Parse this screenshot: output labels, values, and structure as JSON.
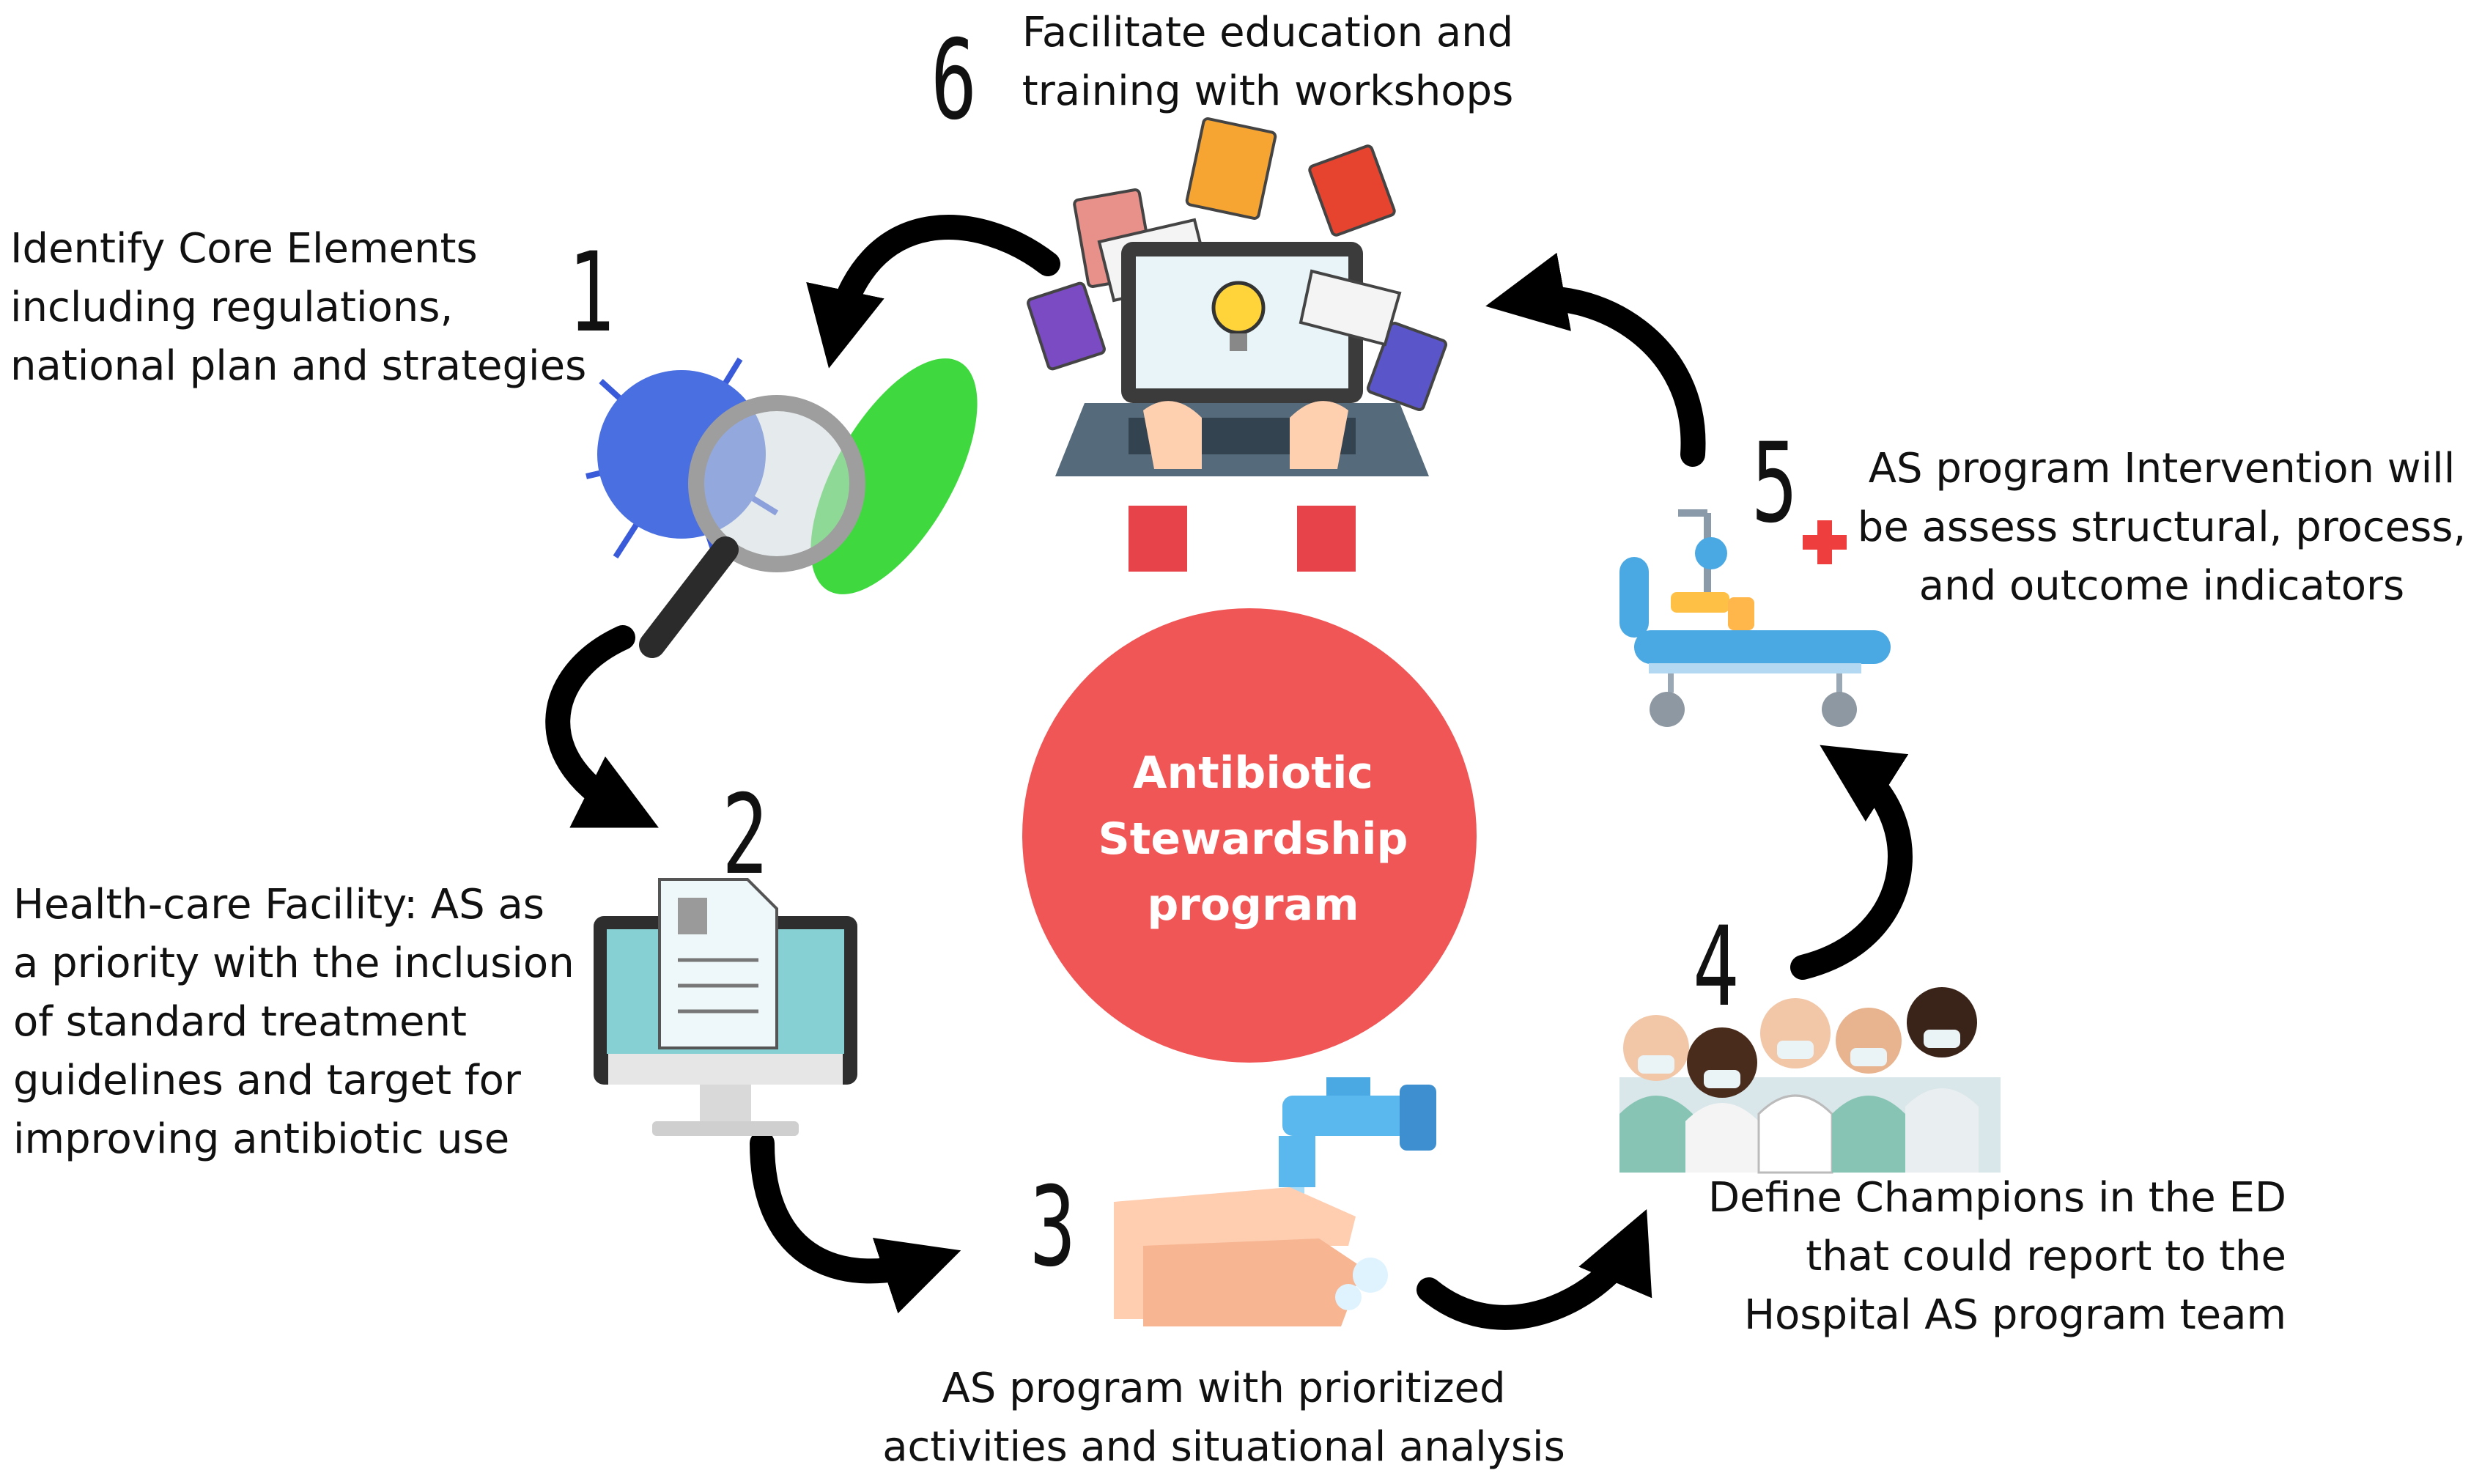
{
  "center": {
    "lines": [
      "Antibiotic",
      "Stewardship",
      "program"
    ],
    "color": "#f15656"
  },
  "steps": [
    {
      "number": "1",
      "lines": [
        "Identify Core Elements",
        "including regulations,",
        "national plan and strategies"
      ]
    },
    {
      "number": "2",
      "lines": [
        "Health-care Facility: AS as",
        "a priority with the inclusion",
        "of standard treatment",
        "guidelines  and target for",
        "improving antibiotic use"
      ]
    },
    {
      "number": "3",
      "lines": [
        "AS program with prioritized",
        "activities and situational analysis"
      ]
    },
    {
      "number": "4",
      "lines": [
        "Define Champions in the ED",
        "that could report to the",
        "Hospital AS program team"
      ]
    },
    {
      "number": "5",
      "lines": [
        "AS program Intervention will",
        "be assess structural, process,",
        "and outcome indicators"
      ]
    },
    {
      "number": "6",
      "lines": [
        "Facilitate education and",
        "training with workshops"
      ]
    }
  ],
  "icons": [
    "virus-magnifier-icon",
    "computer-document-icon",
    "handwash-icon",
    "healthcare-team-icon",
    "hospital-bed-icon",
    "laptop-books-icon"
  ]
}
